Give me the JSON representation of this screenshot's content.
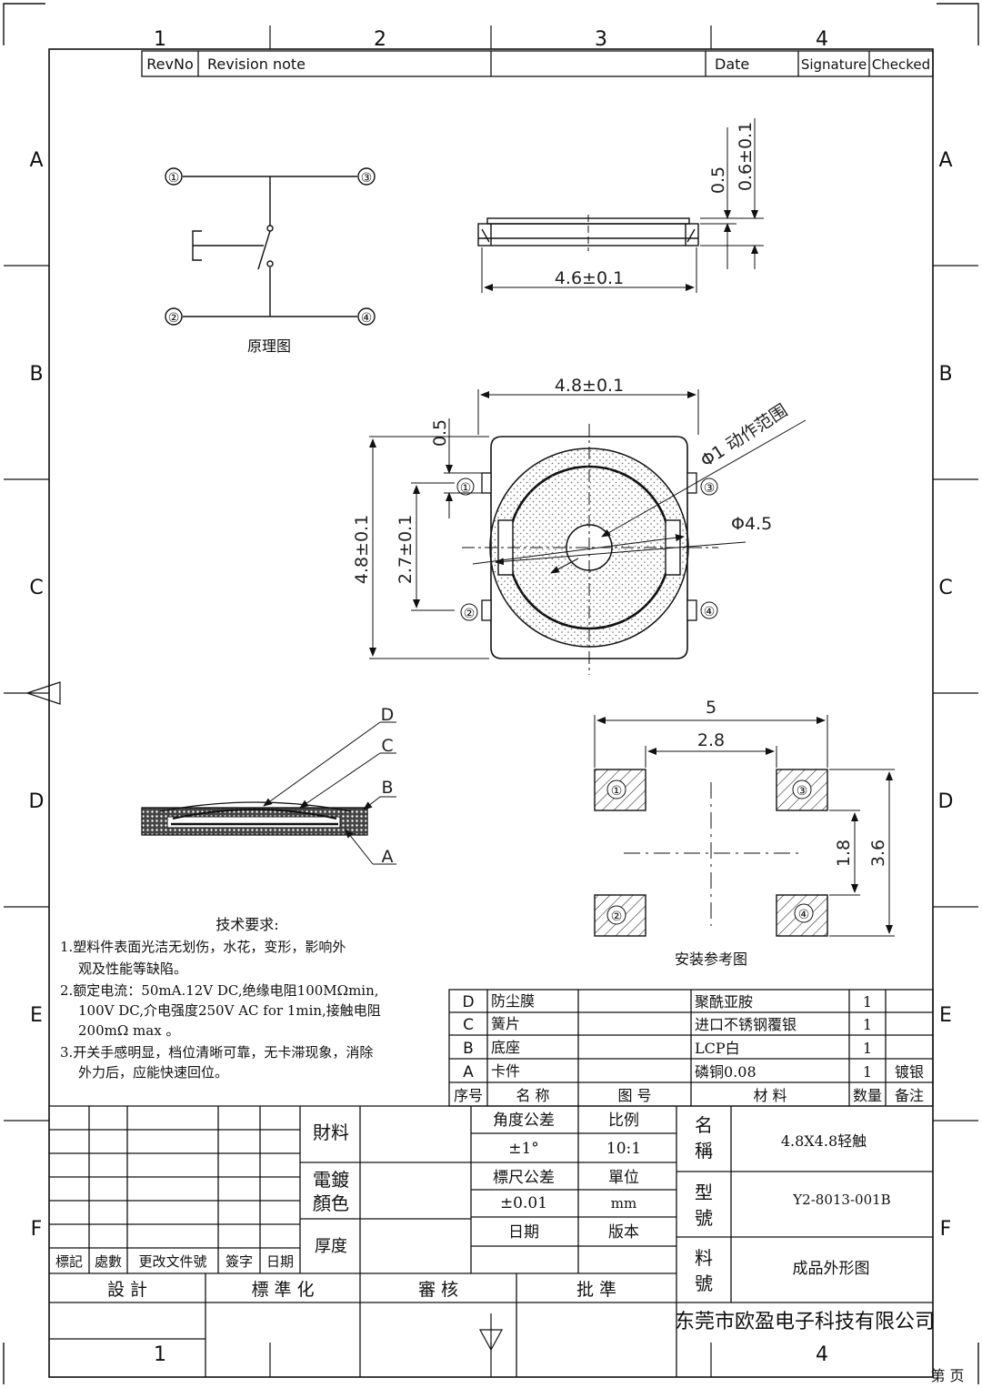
{
  "frame": {
    "col_labels": [
      "1",
      "2",
      "3",
      "4"
    ],
    "row_labels": [
      "A",
      "B",
      "C",
      "D",
      "E",
      "F"
    ]
  },
  "revision_header": {
    "revno": "RevNo",
    "note": "Revision note",
    "date": "Date",
    "signature": "Signature",
    "checked": "Checked"
  },
  "schematic": {
    "pins": [
      "①",
      "②",
      "③",
      "④"
    ],
    "caption": "原理图"
  },
  "dimensions": {
    "side_width": "4.6±0.1",
    "side_h1": "0.5",
    "side_h2": "0.6±0.1",
    "top_width": "4.8±0.1",
    "top_height": "4.8±0.1",
    "pin_pitch": "2.7±0.1",
    "pin_width": "0.5",
    "actuator": "Φ1 动作范围",
    "dome": "Φ4.5",
    "pad_outer": "5",
    "pad_inner": "2.8",
    "pad_v_inner": "1.8",
    "pad_v_outer": "3.6"
  },
  "top_pins": [
    "①",
    "②",
    "③",
    "④"
  ],
  "section_labels": [
    "D",
    "C",
    "B",
    "A"
  ],
  "pad_labels": [
    "①",
    "③",
    "②",
    "④"
  ],
  "pad_caption": "安装参考图",
  "tech_requirements": {
    "title": "技术要求:",
    "lines": [
      "1.塑料件表面光洁无划伤，水花，变形，影响外",
      "观及性能等缺陷。",
      "2.额定电流：50mA.12V DC,绝缘电阻100MΩmin,",
      "100V DC,介电强度250V AC for 1min,接触电阻",
      "200mΩ  max 。",
      "3.开关手感明显，档位清晰可靠，无卡滞现象，消除",
      "外力后，应能快速回位。"
    ]
  },
  "bom": {
    "rows": [
      {
        "id": "D",
        "name": "防尘膜",
        "drawing": "",
        "material": "聚酰亚胺",
        "qty": "1",
        "note": ""
      },
      {
        "id": "C",
        "name": "簧片",
        "drawing": "",
        "material": "进口不锈钢覆银",
        "qty": "1",
        "note": ""
      },
      {
        "id": "B",
        "name": "底座",
        "drawing": "",
        "material": "LCP白",
        "qty": "1",
        "note": ""
      },
      {
        "id": "A",
        "name": "卡件",
        "drawing": "",
        "material": "磷铜0.08",
        "qty": "1",
        "note": "镀银"
      }
    ],
    "header": {
      "seq": "序号",
      "name": "名  称",
      "drawing": "图  号",
      "material": "材  料",
      "qty": "数量",
      "note": "备注"
    }
  },
  "title_block": {
    "material_label": "財料",
    "plating_label_1": "電鍍",
    "plating_label_2": "顏色",
    "thickness_label": "厚度",
    "angle_tol_label": "角度公差",
    "angle_tol_value": "±1°",
    "scale_label": "比例",
    "scale_value": "10:1",
    "dim_tol_label": "標尺公差",
    "dim_tol_value": "±0.01",
    "unit_label": "單位",
    "unit_value": "mm",
    "date_label": "日期",
    "version_label": "版本",
    "name_label_1": "名",
    "name_label_2": "稱",
    "name_value": "4.8X4.8轻触",
    "model_label_1": "型",
    "model_label_2": "號",
    "model_value": "Y2-8013-001B",
    "part_label_1": "料",
    "part_label_2": "號",
    "part_value": "成品外形图",
    "rev_cols": [
      "標記",
      "處數",
      "更改文件號",
      "簽字",
      "日期"
    ],
    "approvals": [
      "設    計",
      "標 準 化",
      "審      核",
      "批     準"
    ],
    "company": "东莞市欧盈电子科技有限公司",
    "page": "第    页"
  }
}
